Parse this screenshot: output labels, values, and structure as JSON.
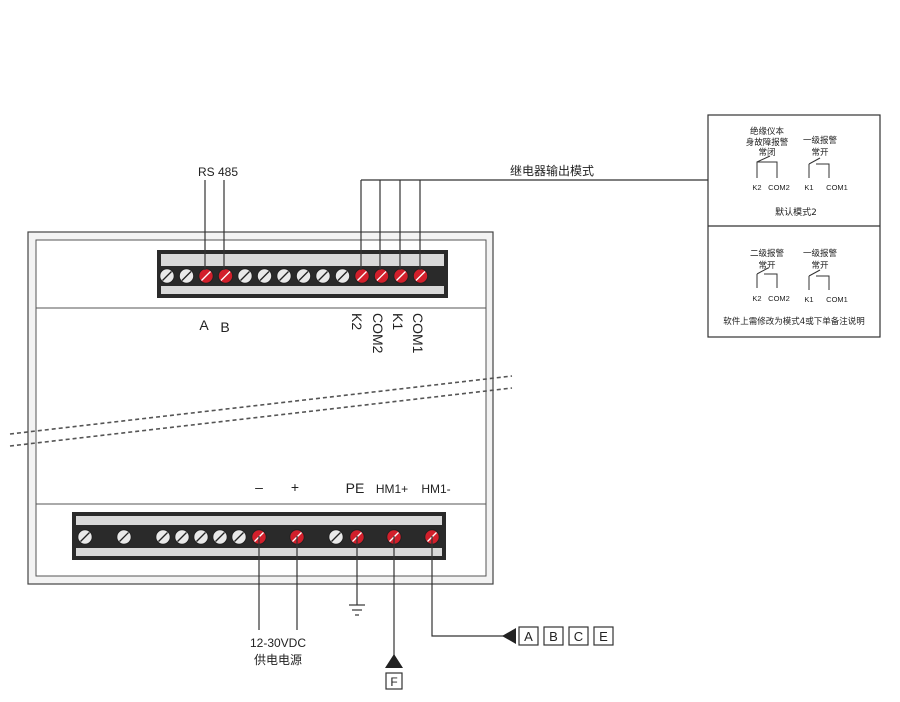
{
  "top_labels": {
    "rs485": "RS 485",
    "a": "A",
    "b": "B",
    "k2": "K2",
    "com2": "COM2",
    "k1": "K1",
    "com1": "COM1"
  },
  "relay_mode_label": "继电器输出模式",
  "bottom_labels": {
    "minus": "–",
    "plus": "+",
    "pe": "PE",
    "hm1p": "HM1+",
    "hm1m": "HM1-"
  },
  "power": {
    "voltage": "12-30VDC",
    "name": "供电电源"
  },
  "boxes": [
    "A",
    "B",
    "C",
    "E"
  ],
  "f_box": "F",
  "mode_panel": {
    "default": {
      "left_title_1": "绝缘仪本",
      "left_title_2": "身故障报警",
      "left_title_3": "常闭",
      "right_title_1": "一级报警",
      "right_title_2": "常开",
      "k2": "K2",
      "com2": "COM2",
      "k1": "K1",
      "com1": "COM1",
      "caption": "默认模式2"
    },
    "alt": {
      "left_title_1": "二级报警",
      "left_title_2": "常开",
      "right_title_1": "一级报警",
      "right_title_2": "常开",
      "k2": "K2",
      "com2": "COM2",
      "k1": "K1",
      "com1": "COM1",
      "caption": "软件上需修改为模式4或下单备注说明"
    }
  },
  "colors": {
    "line": "#333333",
    "terminal_active": "#d21f2b",
    "terminal_idle": "#e9e9e9",
    "strip": "#2a2a2a"
  }
}
